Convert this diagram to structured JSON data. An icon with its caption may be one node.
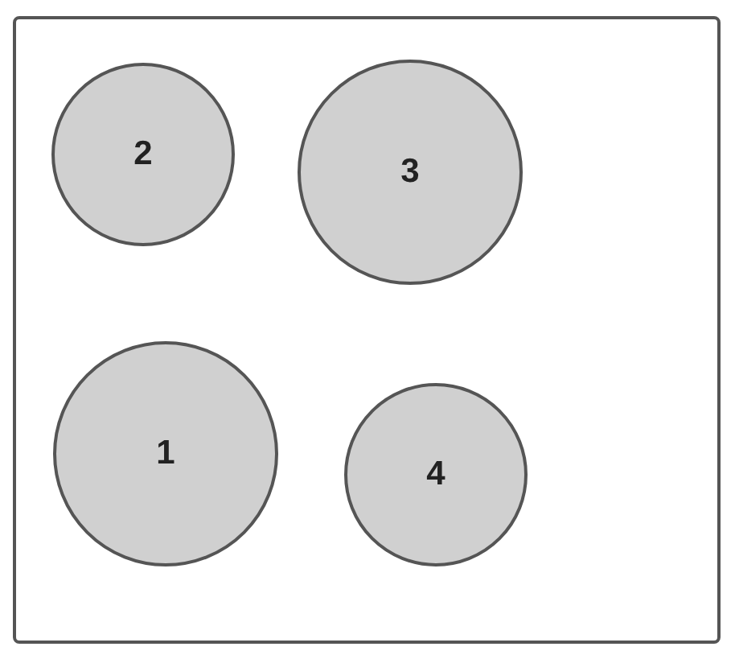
{
  "diagram": {
    "nodes": [
      {
        "text": [],
        "shape": "box"
      },
      {
        "text": [
          "2"
        ],
        "in": 0
      },
      {
        "text": [
          "3"
        ],
        "in": 0
      },
      {
        "text": [
          "1"
        ],
        "in": 0
      },
      {
        "text": [
          "4"
        ],
        "in": 0
      }
    ]
  }
}
